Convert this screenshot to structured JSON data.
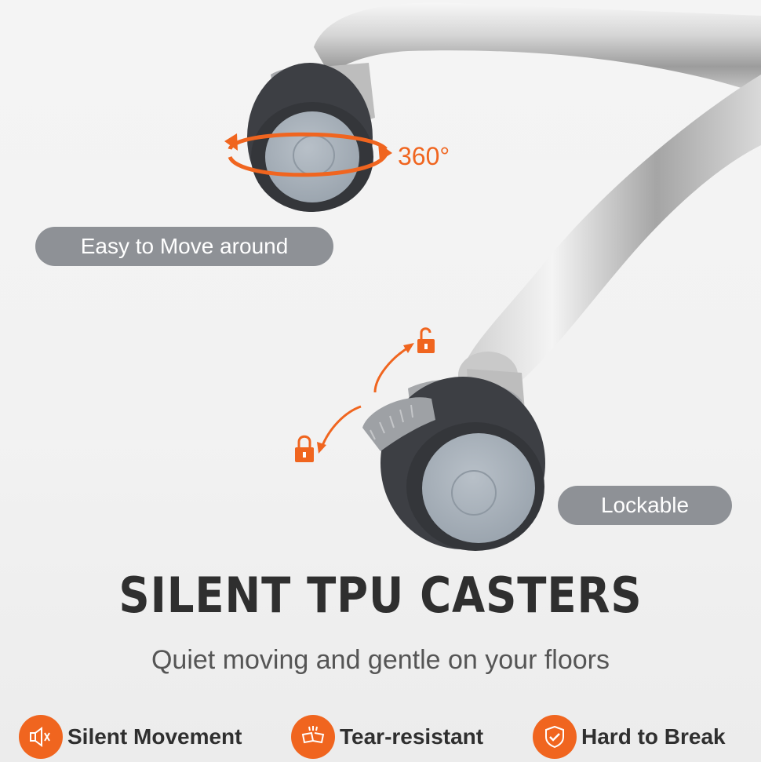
{
  "annotations": {
    "rotation": "360°",
    "move_label": "Easy to Move around",
    "lock_label": "Lockable"
  },
  "headline": "SILENT TPU CASTERS",
  "subheadline": "Quiet moving and gentle on your floors",
  "features": [
    {
      "label": "Silent Movement",
      "icon": "speaker-icon"
    },
    {
      "label": "Tear-resistant",
      "icon": "tear-resistant-icon"
    },
    {
      "label": "Hard to Break",
      "icon": "shield-check-icon"
    }
  ],
  "colors": {
    "accent": "#f0651f",
    "pill": "#8e9196",
    "headline": "#2f2f2f",
    "subtext": "#555555"
  }
}
